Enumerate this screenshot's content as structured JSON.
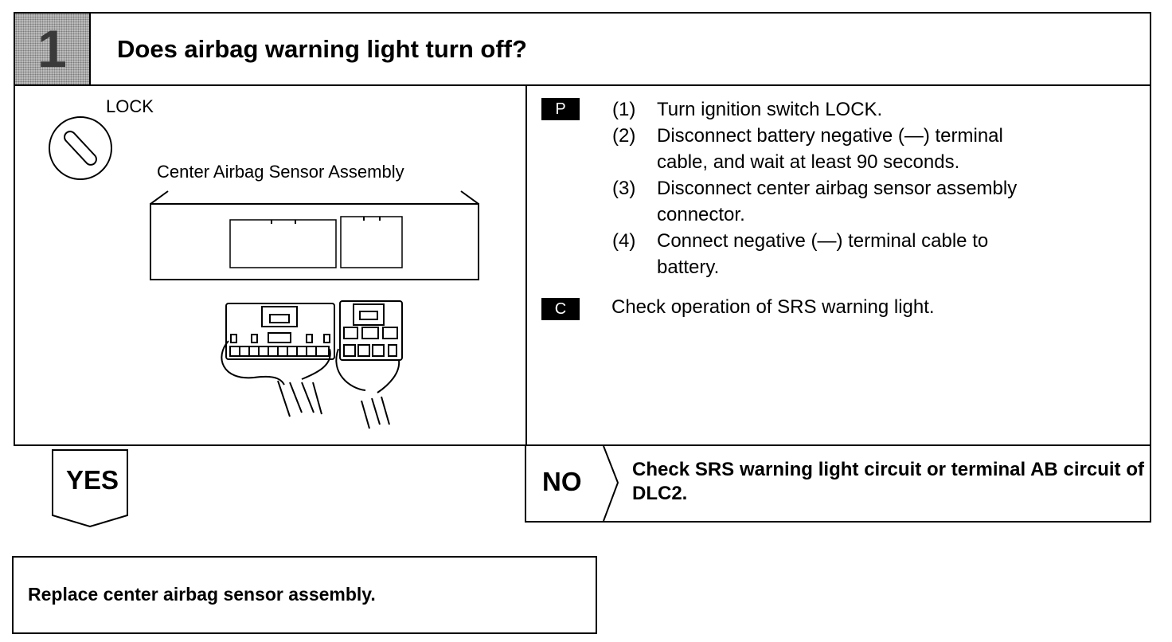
{
  "step": {
    "number": "1",
    "question": "Does airbag warning light turn off?"
  },
  "illustration": {
    "lock_label": "LOCK",
    "sensor_label": "Center Airbag Sensor Assembly"
  },
  "procedure": {
    "p_tag": "P",
    "steps": [
      {
        "num": "(1)",
        "text": "Turn ignition switch LOCK."
      },
      {
        "num": "(2)",
        "text": "Disconnect battery negative (—) terminal",
        "cont": "cable, and wait at least 90 seconds."
      },
      {
        "num": "(3)",
        "text": "Disconnect center airbag sensor assembly",
        "cont": "connector."
      },
      {
        "num": "(4)",
        "text": "Connect negative (—) terminal cable to",
        "cont": "battery."
      }
    ],
    "c_tag": "C",
    "check": "Check operation of SRS warning light."
  },
  "yes": {
    "label": "YES",
    "result": "Replace center airbag sensor assembly."
  },
  "no": {
    "label": "NO",
    "result": "Check SRS warning light circuit or terminal AB circuit of DLC2."
  }
}
